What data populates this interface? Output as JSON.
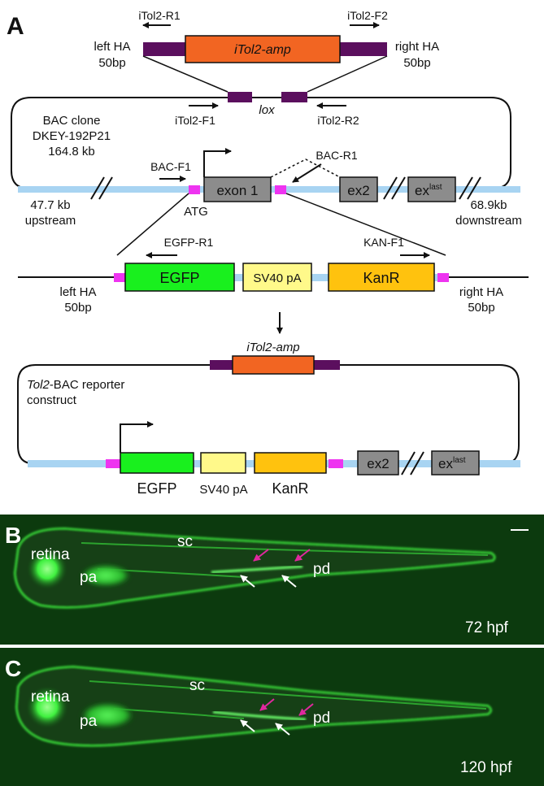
{
  "panels": {
    "a": "A",
    "b": "B",
    "c": "C"
  },
  "top_construct": {
    "fwd_primer": "iTol2-R1",
    "rev_primer": "iTol2-F2",
    "left_ha": "left HA",
    "left_ha_len": "50bp",
    "right_ha": "right HA",
    "right_ha_len": "50bp",
    "cassette": "iTol2-amp",
    "lox": "lox",
    "lox_f": "iTol2-F1",
    "lox_r": "iTol2-R2"
  },
  "bac": {
    "clone_label": "BAC clone",
    "clone_id": "DKEY-192P21",
    "clone_size": "164.8 kb",
    "bac_f1": "BAC-F1",
    "bac_r1": "BAC-R1",
    "exon1": "exon 1",
    "ex2": "ex2",
    "exlast": "ex",
    "exlast_sup": "last",
    "upstream_kb": "47.7 kb",
    "upstream": "upstream",
    "downstream_kb": "68.9kb",
    "downstream": "downstream",
    "atg": "ATG"
  },
  "reporter_cassette": {
    "egfp_r1": "EGFP-R1",
    "kan_f1": "KAN-F1",
    "egfp": "EGFP",
    "sv40": "SV40 pA",
    "kanr": "KanR",
    "left_ha": "left HA",
    "left_ha_len": "50bp",
    "right_ha": "right HA",
    "right_ha_len": "50bp"
  },
  "final_construct": {
    "cassette": "iTol2-amp",
    "title_italic": "Tol2",
    "title_rest": "-BAC reporter",
    "title_line2": "construct",
    "ex2": "ex2",
    "exlast": "ex",
    "exlast_sup": "last",
    "egfp": "EGFP",
    "sv40": "SV40 pA",
    "kanr": "KanR"
  },
  "micrographs": [
    {
      "panel": "B",
      "retina": "retina",
      "pa": "pa",
      "sc": "sc",
      "pd": "pd",
      "stage": "72 hpf"
    },
    {
      "panel": "C",
      "retina": "retina",
      "pa": "pa",
      "sc": "sc",
      "pd": "pd",
      "stage": "120 hpf"
    }
  ],
  "colors": {
    "orange": "#f26522",
    "purple": "#5b0f5e",
    "magenta": "#ee34f0",
    "light_blue": "#a8d4f2",
    "gray_box": "#8c8c8c",
    "green": "#19f01e",
    "yellow": "#fff98a",
    "kan": "#ffc20e",
    "micro_bg": "#0c3a0e",
    "fluor": "#3cf43c"
  }
}
